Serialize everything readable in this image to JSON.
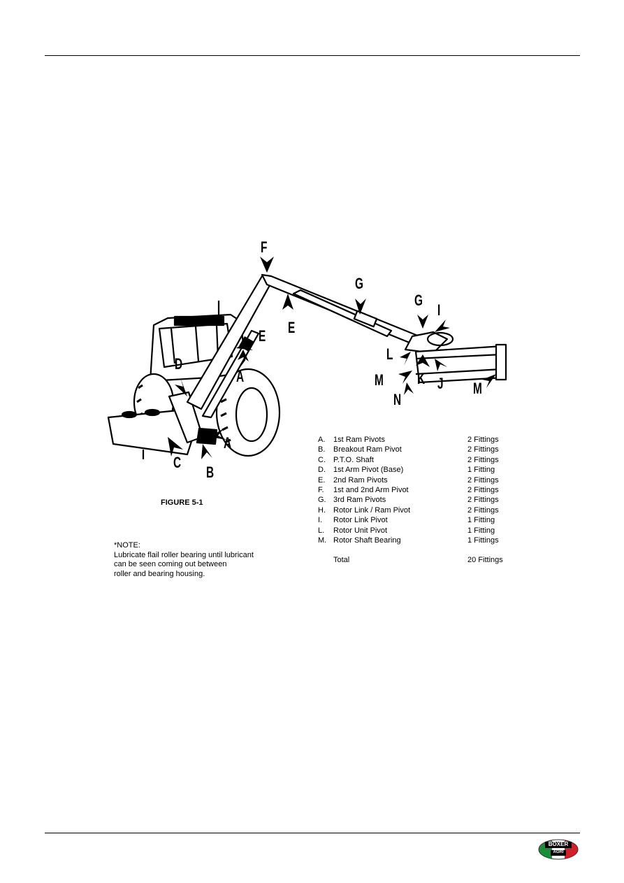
{
  "figure": {
    "labels": [
      "F",
      "G",
      "G",
      "I",
      "E",
      "E",
      "D",
      "A",
      "A",
      "B",
      "C",
      "L",
      "M",
      "N",
      "K",
      "J",
      "M"
    ],
    "caption": "FIGURE 5-1"
  },
  "note": {
    "lines": [
      "*NOTE:",
      "Lubricate flail roller bearing until lubricant",
      "can be seen coming out between",
      "roller and bearing housing."
    ]
  },
  "parts": [
    {
      "letter": "A.",
      "desc": "1st Ram Pivots",
      "qty": "2 Fittings"
    },
    {
      "letter": "B.",
      "desc": "Breakout Ram Pivot",
      "qty": "2 Fittings"
    },
    {
      "letter": "C.",
      "desc": "P.T.O. Shaft",
      "qty": "2 Fittings"
    },
    {
      "letter": "D.",
      "desc": "1st Arm Pivot (Base)",
      "qty": "1 Fitting"
    },
    {
      "letter": "E.",
      "desc": "2nd Ram Pivots",
      "qty": "2 Fittings"
    },
    {
      "letter": "F.",
      "desc": "1st and 2nd Arm Pivot",
      "qty": "2 Fittings"
    },
    {
      "letter": "G.",
      "desc": "3rd Ram Pivots",
      "qty": "2 Fittings"
    },
    {
      "letter": "H.",
      "desc": "Rotor Link / Ram Pivot",
      "qty": "2 Fittings"
    },
    {
      "letter": "I.",
      "desc": "Rotor Link Pivot",
      "qty": "1 Fitting"
    },
    {
      "letter": "L.",
      "desc": "Rotor Unit Pivot",
      "qty": "1 Fitting"
    },
    {
      "letter": "M.",
      "desc": "Rotor Shaft Bearing",
      "qty": "1 Fittings"
    }
  ],
  "total": {
    "label": "Total",
    "qty": "20 Fittings"
  },
  "logo": {
    "brand": "BOXER",
    "sub": "AGRI",
    "colors": [
      "#1a8f3a",
      "#ffffff",
      "#d0202a"
    ]
  }
}
